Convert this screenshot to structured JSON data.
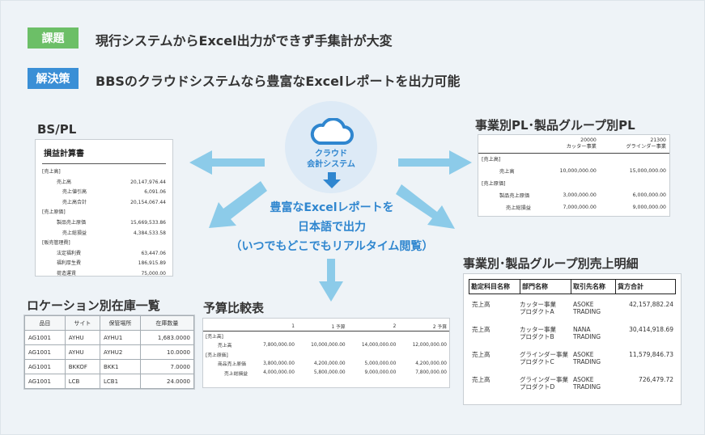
{
  "header": {
    "problem_badge": "課題",
    "problem_text": "現行システムからExcel出力ができず手集計が大変",
    "solution_badge": "解決策",
    "solution_text": "BBSのクラウドシステムなら豊富なExcelレポートを出力可能"
  },
  "center": {
    "cloud_label_1": "クラウド",
    "cloud_label_2": "会計システム",
    "message_1": "豊富なExcelレポートを",
    "message_2": "日本語で出力",
    "message_3": "（いつでもどこでもリアルタイム閲覧）"
  },
  "bspl": {
    "title": "BS/PL",
    "heading": "損益計算書",
    "rows": [
      {
        "label": "[売上高]",
        "amount": ""
      },
      {
        "label": "売上高",
        "amount": "20,147,976.44"
      },
      {
        "label": "売上値引高",
        "amount": "6,091.06"
      },
      {
        "label": "売上高合計",
        "amount": "20,154,067.44"
      },
      {
        "label": "[売上原価]",
        "amount": ""
      },
      {
        "label": "製品売上原価",
        "amount": "15,669,533.86"
      },
      {
        "label": "売上総損益",
        "amount": "4,384,533.58"
      },
      {
        "label": "[販売管理費]",
        "amount": ""
      },
      {
        "label": "法定福利費",
        "amount": "63,447.06"
      },
      {
        "label": "福利厚生費",
        "amount": "186,915.89"
      },
      {
        "label": "荷造運賃",
        "amount": "75,000.00"
      }
    ]
  },
  "segment_pl": {
    "title": "事業別PL･製品グループ別PL",
    "columns": [
      {
        "code": "20000",
        "name": "カッター事業"
      },
      {
        "code": "21300",
        "name": "グラインダー事業"
      }
    ],
    "rows": [
      {
        "label": "[売上高]",
        "v1": "",
        "v2": ""
      },
      {
        "label": "売上高",
        "v1": "10,000,000.00",
        "v2": "15,000,000.00"
      },
      {
        "label": "[売上原価]",
        "v1": "",
        "v2": ""
      },
      {
        "label": "製品売上原価",
        "v1": "3,000,000.00",
        "v2": "6,000,000.00"
      },
      {
        "label": "売上総損益",
        "v1": "7,000,000.00",
        "v2": "9,000,000.00"
      }
    ]
  },
  "location_stock": {
    "title": "ロケーション別在庫一覧",
    "headers": [
      "品目",
      "サイト",
      "保管場所",
      "在庫数量"
    ],
    "rows": [
      [
        "AG1001",
        "AYHU",
        "AYHU1",
        "1,683.0000"
      ],
      [
        "AG1001",
        "AYHU",
        "AYHU2",
        "10.0000"
      ],
      [
        "AG1001",
        "BKKOF",
        "BKK1",
        "7.0000"
      ],
      [
        "AG1001",
        "LCB",
        "LCB1",
        "24.0000"
      ]
    ]
  },
  "budget": {
    "title": "予算比較表",
    "headers": [
      "",
      "1",
      "1 予算",
      "2",
      "2 予算"
    ],
    "rows": [
      [
        "[売上高]",
        "",
        "",
        "",
        ""
      ],
      [
        "売上高",
        "7,800,000.00",
        "10,000,000.00",
        "14,000,000.00",
        "12,000,000.00"
      ],
      [
        "[売上原価]",
        "",
        "",
        "",
        ""
      ],
      [
        "商品売上原価",
        "3,800,000.00",
        "4,200,000.00",
        "5,000,000.00",
        "4,200,000.00"
      ],
      [
        "売上総損益",
        "4,000,000.00",
        "5,800,000.00",
        "9,000,000.00",
        "7,800,000.00"
      ]
    ]
  },
  "detail": {
    "title": "事業別･製品グループ別売上明細",
    "headers": [
      "勘定科目名称",
      "部門名称",
      "取引先名称",
      "貨方合計"
    ],
    "rows": [
      {
        "account": "売上高",
        "dept1": "カッター事業",
        "dept2": "プロダクトA",
        "client1": "ASOKE",
        "client2": "TRADING",
        "amount": "42,157,882.24"
      },
      {
        "account": "売上高",
        "dept1": "カッター事業",
        "dept2": "プロダクトB",
        "client1": "NANA",
        "client2": "TRADING",
        "amount": "30,414,918.69"
      },
      {
        "account": "売上高",
        "dept1": "グラインダー事業",
        "dept2": "プロダクトC",
        "client1": "ASOKE",
        "client2": "TRADING",
        "amount": "11,579,846.73"
      },
      {
        "account": "売上高",
        "dept1": "グラインダー事業",
        "dept2": "プロダクトD",
        "client1": "ASOKE",
        "client2": "TRADING",
        "amount": "726,479.72"
      }
    ]
  },
  "colors": {
    "background": "#eef3f7",
    "problem": "#6cbf67",
    "solution": "#3a8fd6",
    "accent": "#2f86cf",
    "arrow": "#8ccbe9"
  }
}
